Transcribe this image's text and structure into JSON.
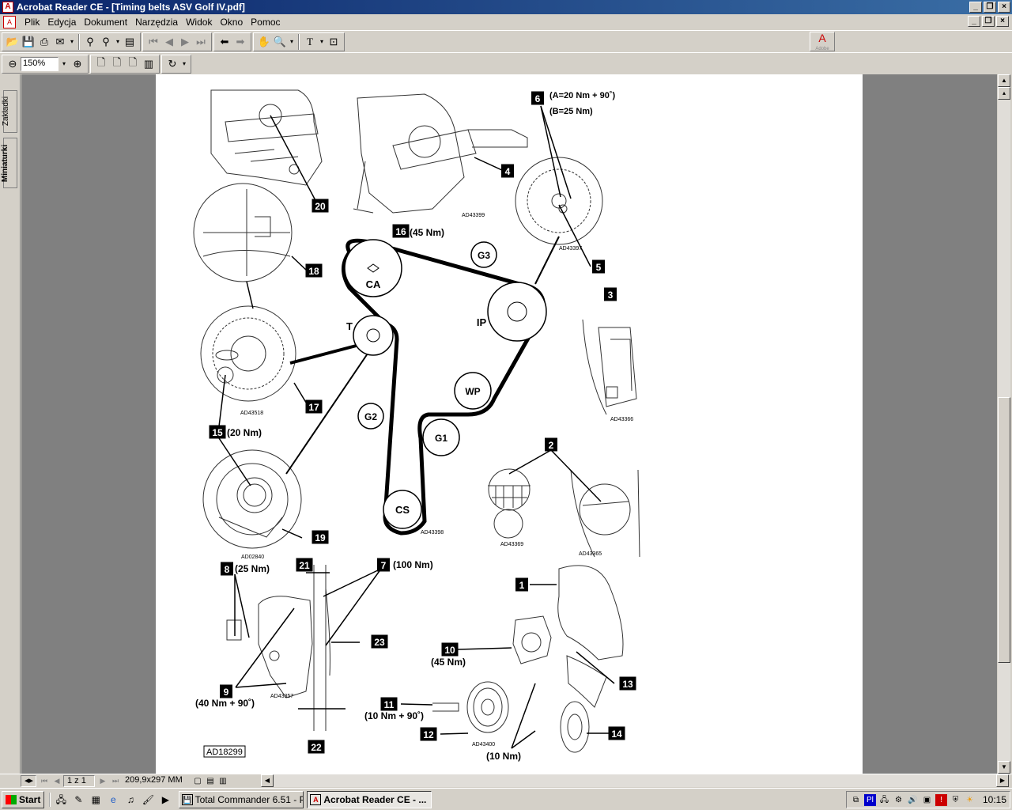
{
  "window": {
    "title": "Acrobat Reader CE - [Timing belts ASV Golf IV.pdf]"
  },
  "menu": {
    "items": [
      "Plik",
      "Edycja",
      "Dokument",
      "Narzędzia",
      "Widok",
      "Okno",
      "Pomoc"
    ]
  },
  "toolbar": {
    "zoom": "150%",
    "adobe_label": "Adobe"
  },
  "sidepanel": {
    "tab_bookmarks": "Zakładki",
    "tab_thumbnails": "Miniaturki"
  },
  "diagram": {
    "callouts": {
      "c1": "1",
      "c2": "2",
      "c3": "3",
      "c4": "4",
      "c5": "5",
      "c6": "6",
      "c7": "7",
      "c8": "8",
      "c9": "9",
      "c10": "10",
      "c11": "11",
      "c12": "12",
      "c13": "13",
      "c14": "14",
      "c15": "15",
      "c16": "16",
      "c17": "17",
      "c18": "18",
      "c19": "19",
      "c20": "20",
      "c21": "21",
      "c22": "22",
      "c23": "23"
    },
    "torques": {
      "a": "(A=20 Nm + 90˚)",
      "b": "(B=25 Nm)",
      "t16": "(45 Nm)",
      "t15": "(20 Nm)",
      "t8": "(25 Nm)",
      "t7": "(100 Nm)",
      "t9": "(40 Nm + 90˚)",
      "t10": "(45 Nm)",
      "t11": "(10 Nm + 90˚)",
      "t14": "(10 Nm)"
    },
    "pulleys": {
      "ca": "CA",
      "t": "T",
      "g3": "G3",
      "ip": "IP",
      "wp": "WP",
      "g2": "G2",
      "g1": "G1",
      "cs": "CS"
    },
    "codes": {
      "ad43399": "AD43399",
      "ad43397": "AD43397",
      "ad43518": "AD43518",
      "ad43366": "AD43366",
      "ad43398": "AD43398",
      "ad02840": "AD02840",
      "ad43369": "AD43369",
      "ad43365": "AD43365",
      "ad43357": "AD43357",
      "ad43400": "AD43400",
      "ad18299": "AD18299"
    }
  },
  "status": {
    "page": "1 z 1",
    "size": "209,9x297 MM"
  },
  "taskbar": {
    "start": "Start",
    "task1": "Total Commander 6.51 - P...",
    "task2": "Acrobat Reader CE - ...",
    "clock": "10:15"
  }
}
